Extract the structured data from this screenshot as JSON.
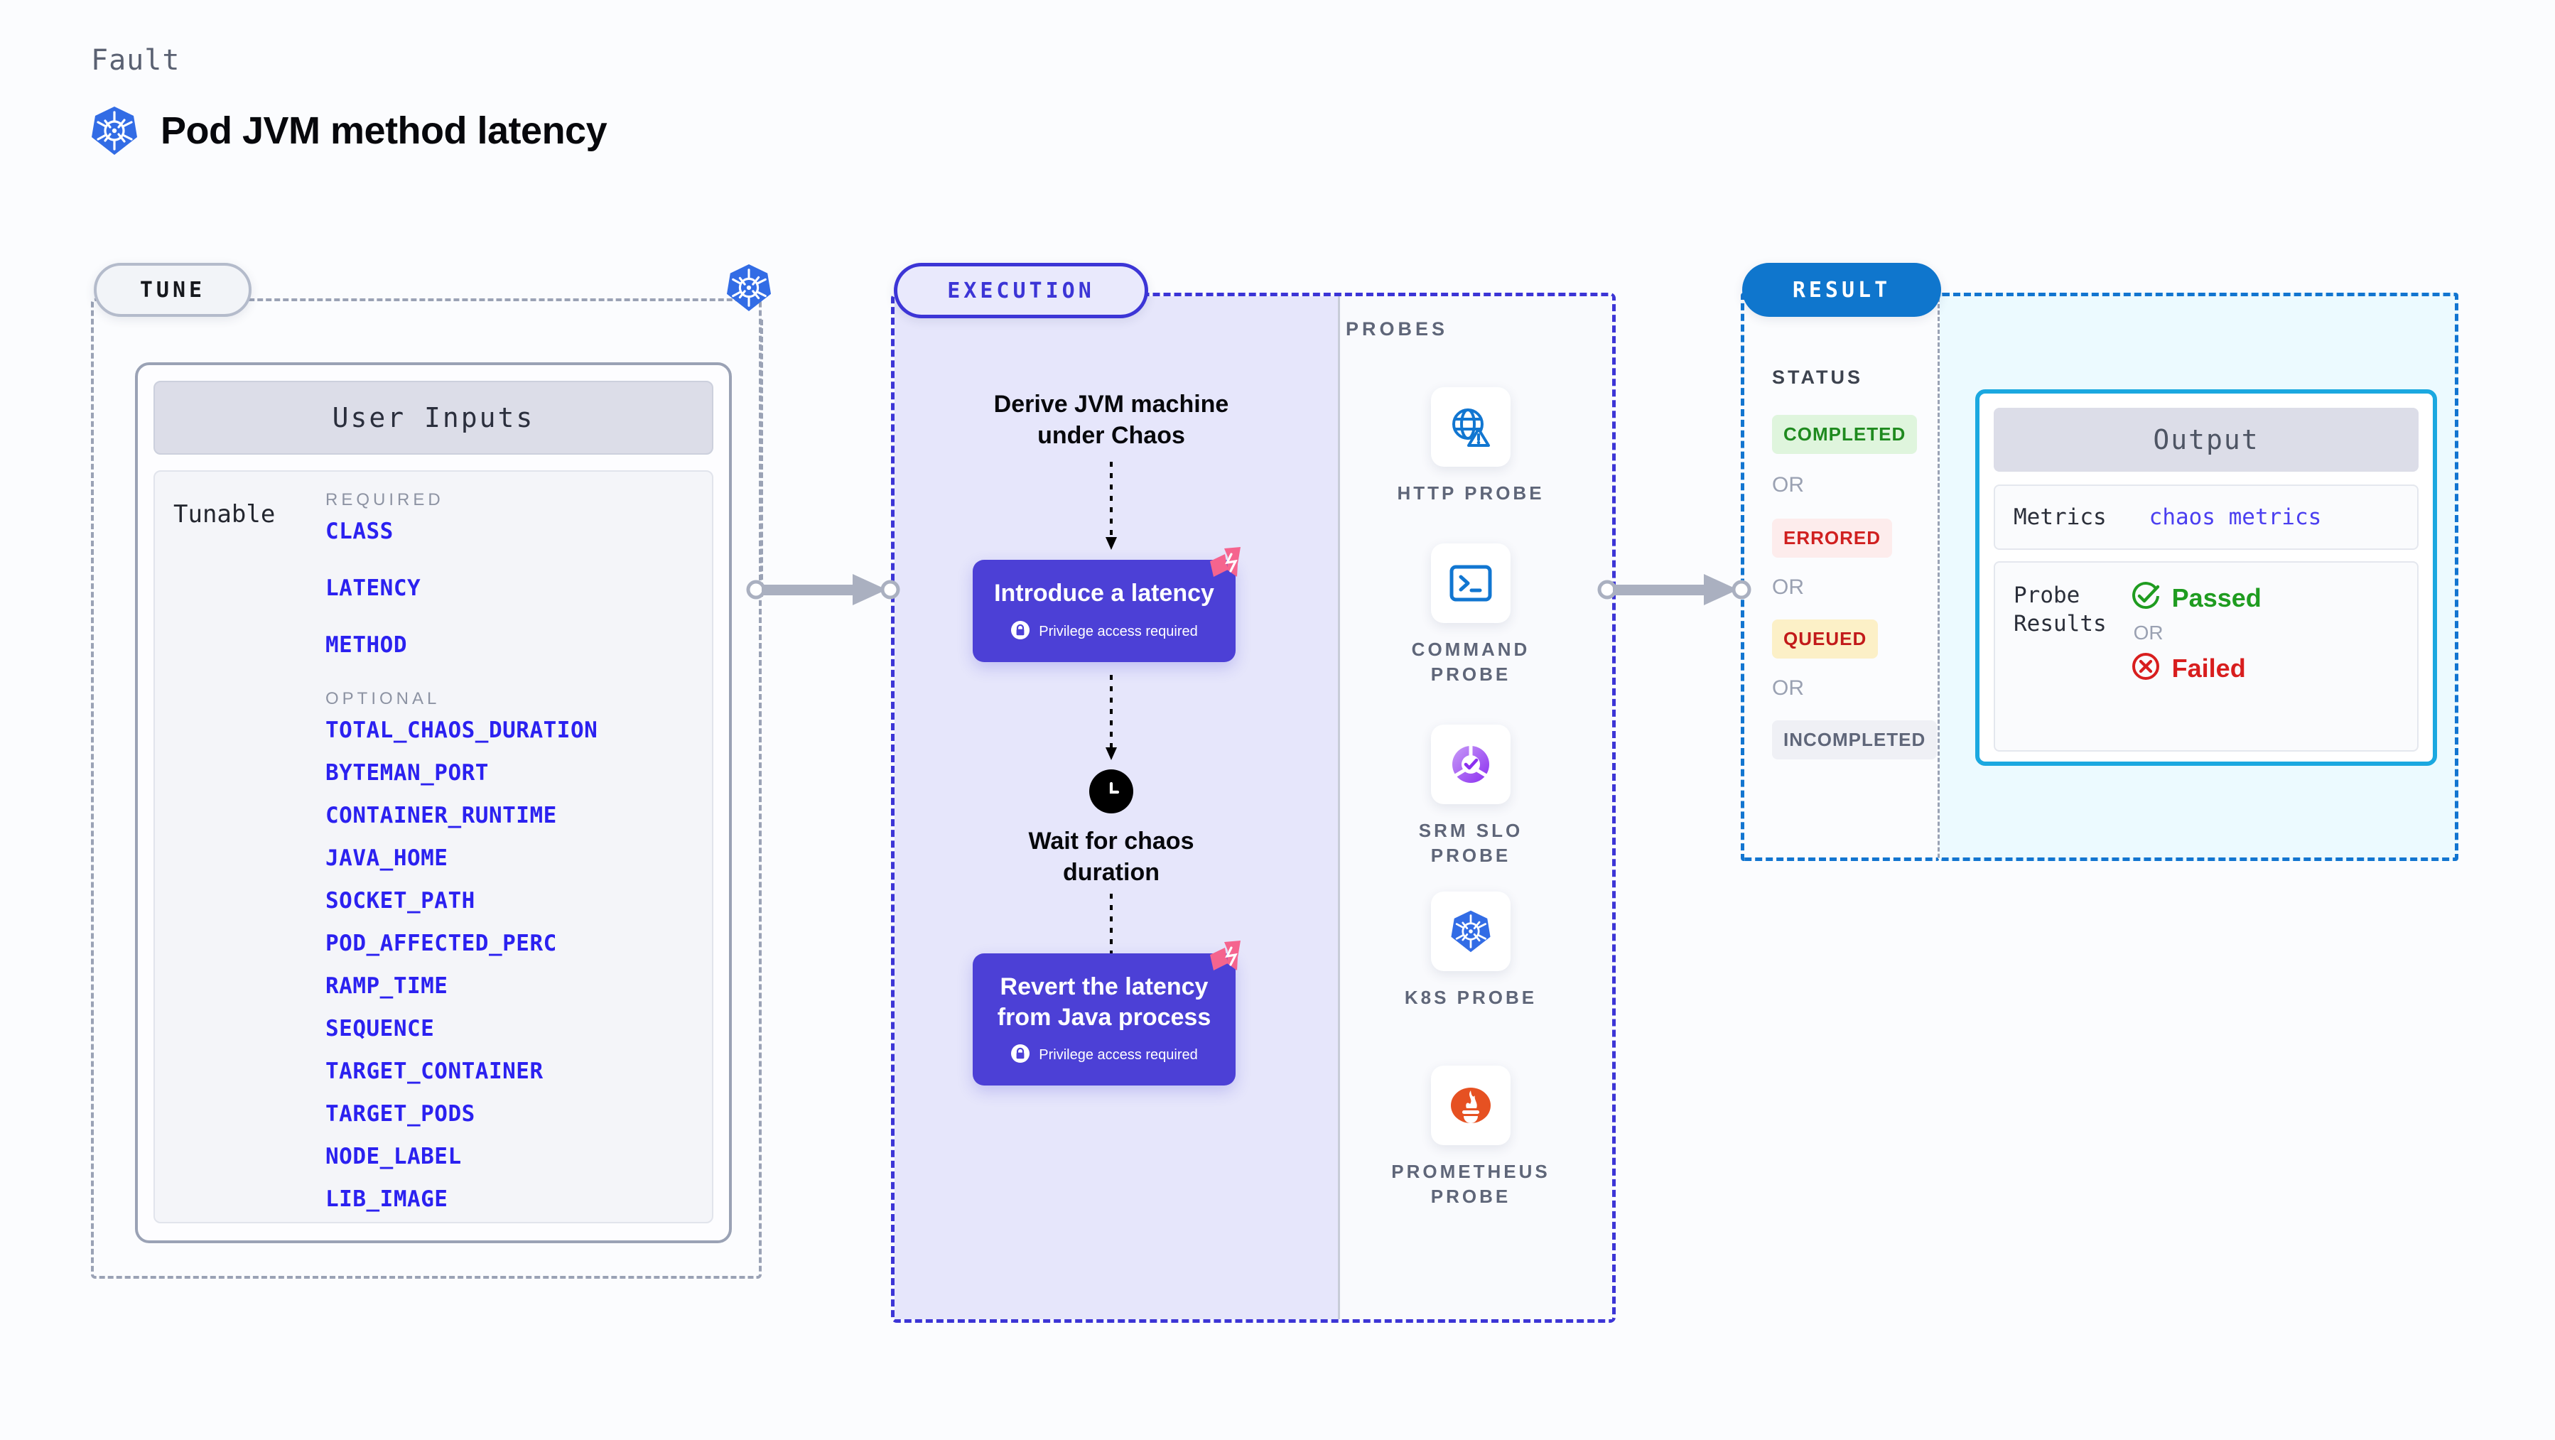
{
  "header": {
    "eyebrow": "Fault",
    "title": "Pod JVM method latency",
    "icon": "kubernetes-icon"
  },
  "tune": {
    "pill_label": "TUNE",
    "badge_icon": "kubernetes-icon",
    "card": {
      "header": "User Inputs",
      "side_label": "Tunable",
      "required_label": "REQUIRED",
      "required": [
        "CLASS",
        "LATENCY",
        "METHOD"
      ],
      "optional_label": "OPTIONAL",
      "optional": [
        "TOTAL_CHAOS_DURATION",
        "BYTEMAN_PORT",
        "CONTAINER_RUNTIME",
        "JAVA_HOME",
        "SOCKET_PATH",
        "POD_AFFECTED_PERC",
        "RAMP_TIME",
        "SEQUENCE",
        "TARGET_CONTAINER",
        "TARGET_PODS",
        "NODE_LABEL",
        "LIB_IMAGE"
      ]
    }
  },
  "execution": {
    "pill_label": "EXECUTION",
    "steps": [
      {
        "type": "text",
        "label": "Derive JVM machine\nunder Chaos"
      },
      {
        "type": "box",
        "label": "Introduce a latency",
        "note": "Privilege access required",
        "note_icon": "lock-icon",
        "badge_icon": "harness-logo-icon"
      },
      {
        "type": "wait",
        "icon": "clock-icon",
        "label": "Wait for chaos\nduration"
      },
      {
        "type": "box",
        "label": "Revert the latency\nfrom Java process",
        "note": "Privilege access required",
        "note_icon": "lock-icon",
        "badge_icon": "harness-logo-icon"
      }
    ]
  },
  "probes": {
    "section_label": "PROBES",
    "items": [
      {
        "name": "HTTP PROBE",
        "icon": "globe-warning-icon"
      },
      {
        "name": "COMMAND\nPROBE",
        "icon": "terminal-icon"
      },
      {
        "name": "SRM SLO\nPROBE",
        "icon": "srm-slo-check-icon"
      },
      {
        "name": "K8S PROBE",
        "icon": "kubernetes-icon"
      },
      {
        "name": "PROMETHEUS\nPROBE",
        "icon": "prometheus-icon"
      }
    ]
  },
  "result": {
    "pill_label": "RESULT",
    "status_label": "STATUS",
    "or_label": "OR",
    "statuses": [
      {
        "label": "COMPLETED",
        "bg": "#dff5dd",
        "fg": "#1f8a1f"
      },
      {
        "label": "ERRORED",
        "bg": "#fdecec",
        "fg": "#d02020"
      },
      {
        "label": "QUEUED",
        "bg": "#fcf0c7",
        "fg": "#c21a1a"
      },
      {
        "label": "INCOMPLETED",
        "bg": "#eff0f5",
        "fg": "#5f6679"
      }
    ],
    "output": {
      "header": "Output",
      "metrics_label": "Metrics",
      "metrics_value": "chaos metrics",
      "probe_results_label": "Probe\nResults",
      "passed_label": "Passed",
      "failed_label": "Failed",
      "or_label": "OR",
      "passed_icon": "check-circle-icon",
      "failed_icon": "x-circle-icon"
    }
  },
  "colors": {
    "purple": "#4c40d6",
    "purple_fill": "#e6e6fb",
    "blue": "#0f76cd",
    "cyan": "#1ba8e0",
    "cyan_fill": "#ecfaff",
    "pink": "#f5648e",
    "k8s_blue": "#326ce5",
    "param_blue": "#2b21f0",
    "gray_dash": "#9aa2b5"
  }
}
